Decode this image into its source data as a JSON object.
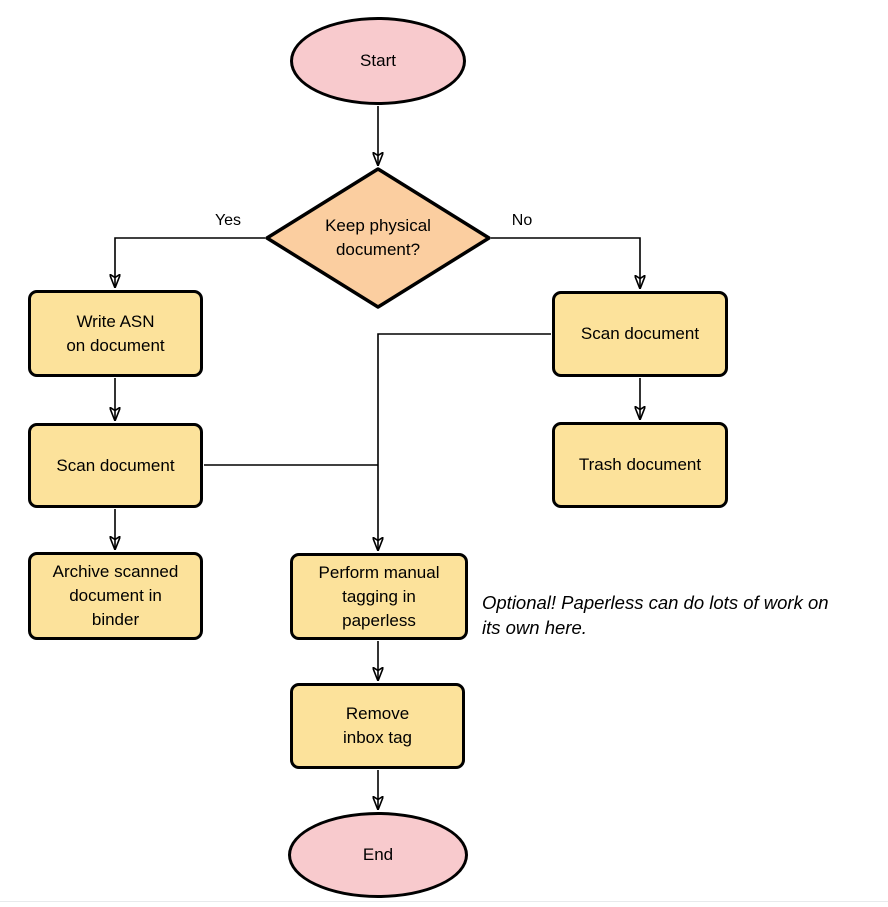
{
  "diagram": {
    "nodes": {
      "start": {
        "label": "Start",
        "type": "terminal"
      },
      "decision": {
        "label": "Keep physical\ndocument?",
        "type": "decision"
      },
      "write_asn": {
        "label": "Write ASN\non document",
        "type": "process"
      },
      "scan_left": {
        "label": "Scan document",
        "type": "process"
      },
      "archive": {
        "label": "Archive scanned\ndocument in\nbinder",
        "type": "process"
      },
      "scan_right": {
        "label": "Scan document",
        "type": "process"
      },
      "trash": {
        "label": "Trash document",
        "type": "process"
      },
      "tagging": {
        "label": "Perform manual\ntagging in\npaperless",
        "type": "process"
      },
      "remove_inbox": {
        "label": "Remove\ninbox tag",
        "type": "process"
      },
      "end": {
        "label": "End",
        "type": "terminal"
      }
    },
    "edge_labels": {
      "yes": "Yes",
      "no": "No"
    },
    "note": "Optional! Paperless can do lots of work on\nits own here.",
    "colors": {
      "terminal_fill": "#F8CACD",
      "decision_fill": "#FBCEA0",
      "process_fill": "#FCE29B",
      "stroke": "#000000"
    }
  }
}
